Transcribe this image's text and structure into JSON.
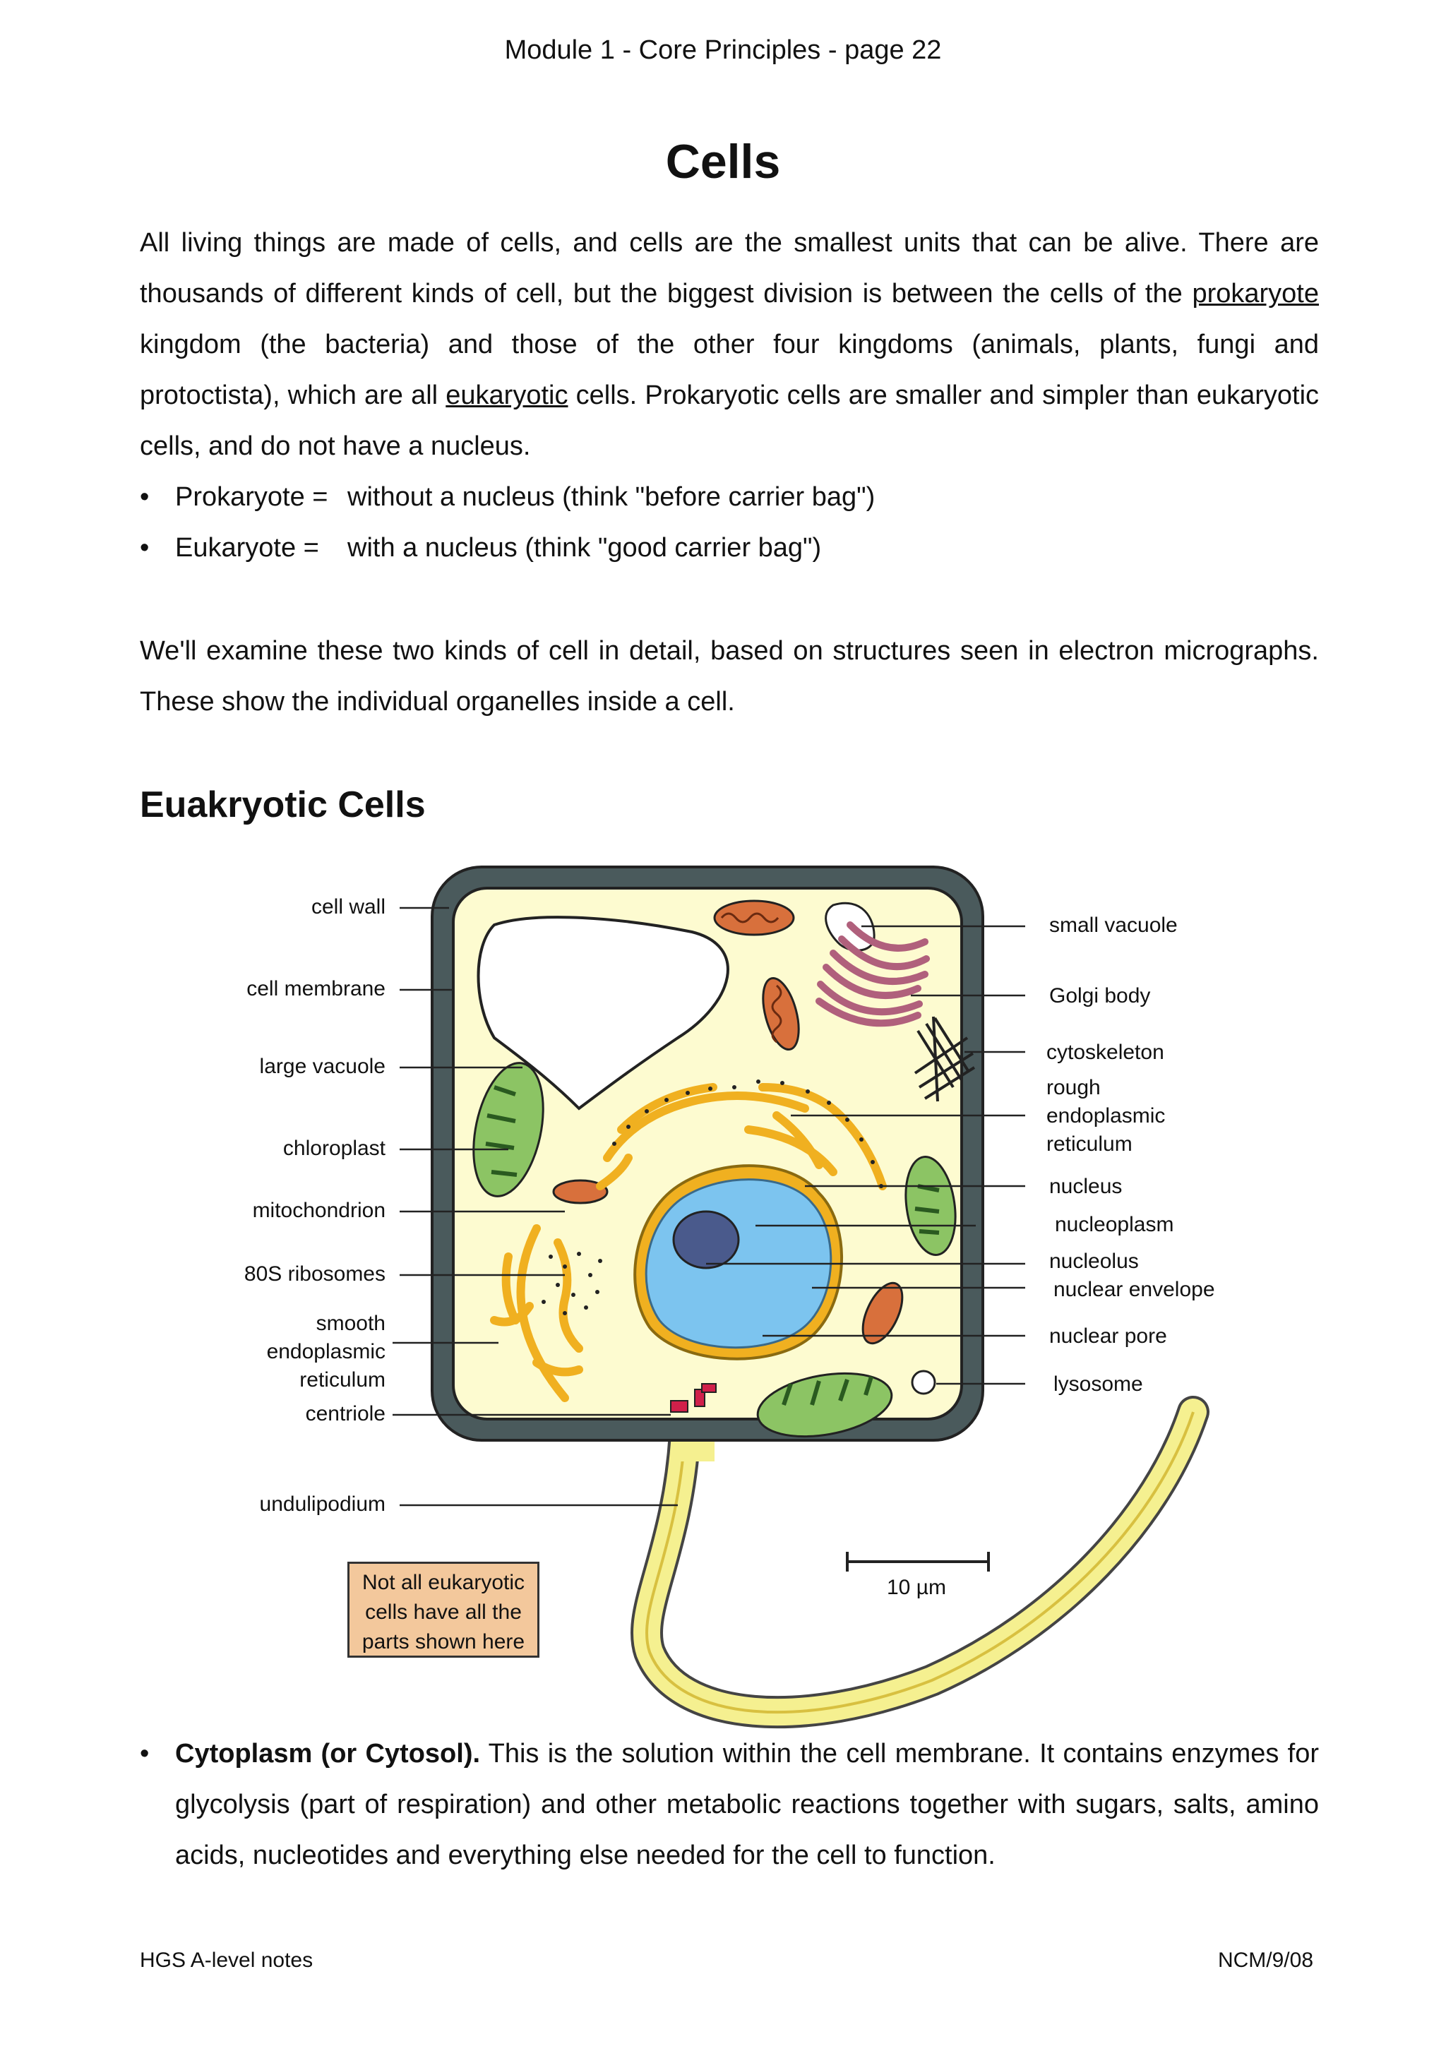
{
  "header": "Module 1 - Core Principles - page 22",
  "title": "Cells",
  "intro": {
    "part1": "All living things are made of cells, and cells are the smallest units that can be alive. There are thousands of different kinds of cell, but the biggest division is between the cells of the ",
    "link1": "prokaryote",
    "part2": " kingdom (the bacteria) and those of the other four kingdoms (animals, plants, fungi and protoctista), which are all ",
    "link2": "eukaryotic",
    "part3": " cells. Prokaryotic cells are smaller and simpler than eukaryotic cells, and do not have a nucleus."
  },
  "bullets": [
    {
      "term": "Prokaryote =",
      "text": "without a nucleus (think \"before carrier bag\")"
    },
    {
      "term": "Eukaryote =",
      "text": "with a nucleus (think \"good carrier bag\")"
    }
  ],
  "para2": "We'll examine these two kinds of cell in detail, based on structures seen in electron micrographs. These show the individual organelles inside a cell.",
  "section_heading": "Euakryotic Cells",
  "diagram": {
    "left_labels": [
      "cell wall",
      "cell membrane",
      "large vacuole",
      "chloroplast",
      "mitochondrion",
      "80S ribosomes",
      "smooth",
      "endoplasmic",
      "reticulum",
      "centriole",
      "undulipodium"
    ],
    "right_labels": [
      "small vacuole",
      "Golgi body",
      "cytoskeleton",
      "rough",
      "endoplasmic",
      "reticulum",
      "nucleus",
      "nucleoplasm",
      "nucleolus",
      "nuclear envelope",
      "nuclear pore",
      "lysosome"
    ],
    "scale_label": "10 µm",
    "note_lines": [
      "Not all eukaryotic",
      "cells have all the",
      "parts shown here"
    ],
    "colors": {
      "wall": "#4a5a5c",
      "cytoplasm": "#fdfbd0",
      "nucleus": "#7cc4ef",
      "nucleolus": "#4a5a8c",
      "er": "#f0b020",
      "chloroplast": "#8cc464",
      "mitochondrion": "#d8703c",
      "golgi": "#b0607c",
      "note": "#f3c89c"
    }
  },
  "cytoplasm": {
    "term": "Cytoplasm (or Cytosol).",
    "text": " This is the solution within the cell membrane. It contains enzymes for glycolysis (part of respiration) and other metabolic reactions together with sugars, salts, amino acids, nucleotides and everything else needed for the cell to function."
  },
  "footer": {
    "left": "HGS A-level notes",
    "right": "NCM/9/08"
  }
}
